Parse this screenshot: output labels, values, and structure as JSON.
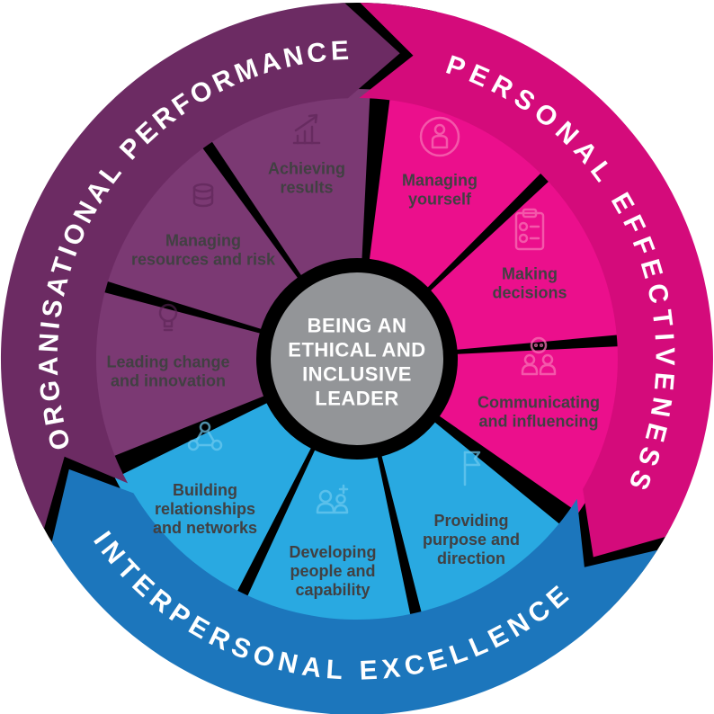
{
  "center": {
    "lines": [
      "BEING AN",
      "ETHICAL AND",
      "INCLUSIVE",
      "LEADER"
    ],
    "color": "#939598"
  },
  "palette": {
    "outline": "#000000",
    "title_text": "#ffffff",
    "label_text": "#414042",
    "icon_pink": "#f76fb4",
    "icon_blue": "#6fcbf0",
    "icon_purple": "#5a2355"
  },
  "sections": [
    {
      "id": "organisational-performance",
      "title": "ORGANISATIONAL PERFORMANCE",
      "colors": {
        "ring": "#6c2b63",
        "wedge": "#7b3973"
      },
      "items": [
        {
          "id": "leading-change",
          "lines": [
            "Leading change",
            "and innovation"
          ],
          "icon": "lightbulb-icon"
        },
        {
          "id": "managing-resources",
          "lines": [
            "Managing",
            "resources and risk"
          ],
          "icon": "coins-icon"
        },
        {
          "id": "achieving-results",
          "lines": [
            "Achieving",
            "results"
          ],
          "icon": "chart-growth-icon"
        }
      ]
    },
    {
      "id": "personal-effectiveness",
      "title": "PERSONAL EFFECTIVENESS",
      "colors": {
        "ring": "#d40b7b",
        "wedge": "#eb0f8c"
      },
      "items": [
        {
          "id": "managing-yourself",
          "lines": [
            "Managing",
            "yourself"
          ],
          "icon": "person-in-circle-icon"
        },
        {
          "id": "making-decisions",
          "lines": [
            "Making",
            "decisions"
          ],
          "icon": "clipboard-icon"
        },
        {
          "id": "communicating-influencing",
          "lines": [
            "Communicating",
            "and influencing"
          ],
          "icon": "people-chat-icon"
        }
      ]
    },
    {
      "id": "interpersonal-excellence",
      "title": "INTERPERSONAL EXCELLENCE",
      "colors": {
        "ring": "#1c76bc",
        "wedge": "#29a9e1"
      },
      "items": [
        {
          "id": "providing-purpose",
          "lines": [
            "Providing",
            "purpose and",
            "direction"
          ],
          "icon": "flag-icon"
        },
        {
          "id": "developing-people",
          "lines": [
            "Developing",
            "people and",
            "capability"
          ],
          "icon": "people-plus-icon"
        },
        {
          "id": "building-relationships",
          "lines": [
            "Building",
            "relationships",
            "and networks"
          ],
          "icon": "network-icon"
        }
      ]
    }
  ]
}
